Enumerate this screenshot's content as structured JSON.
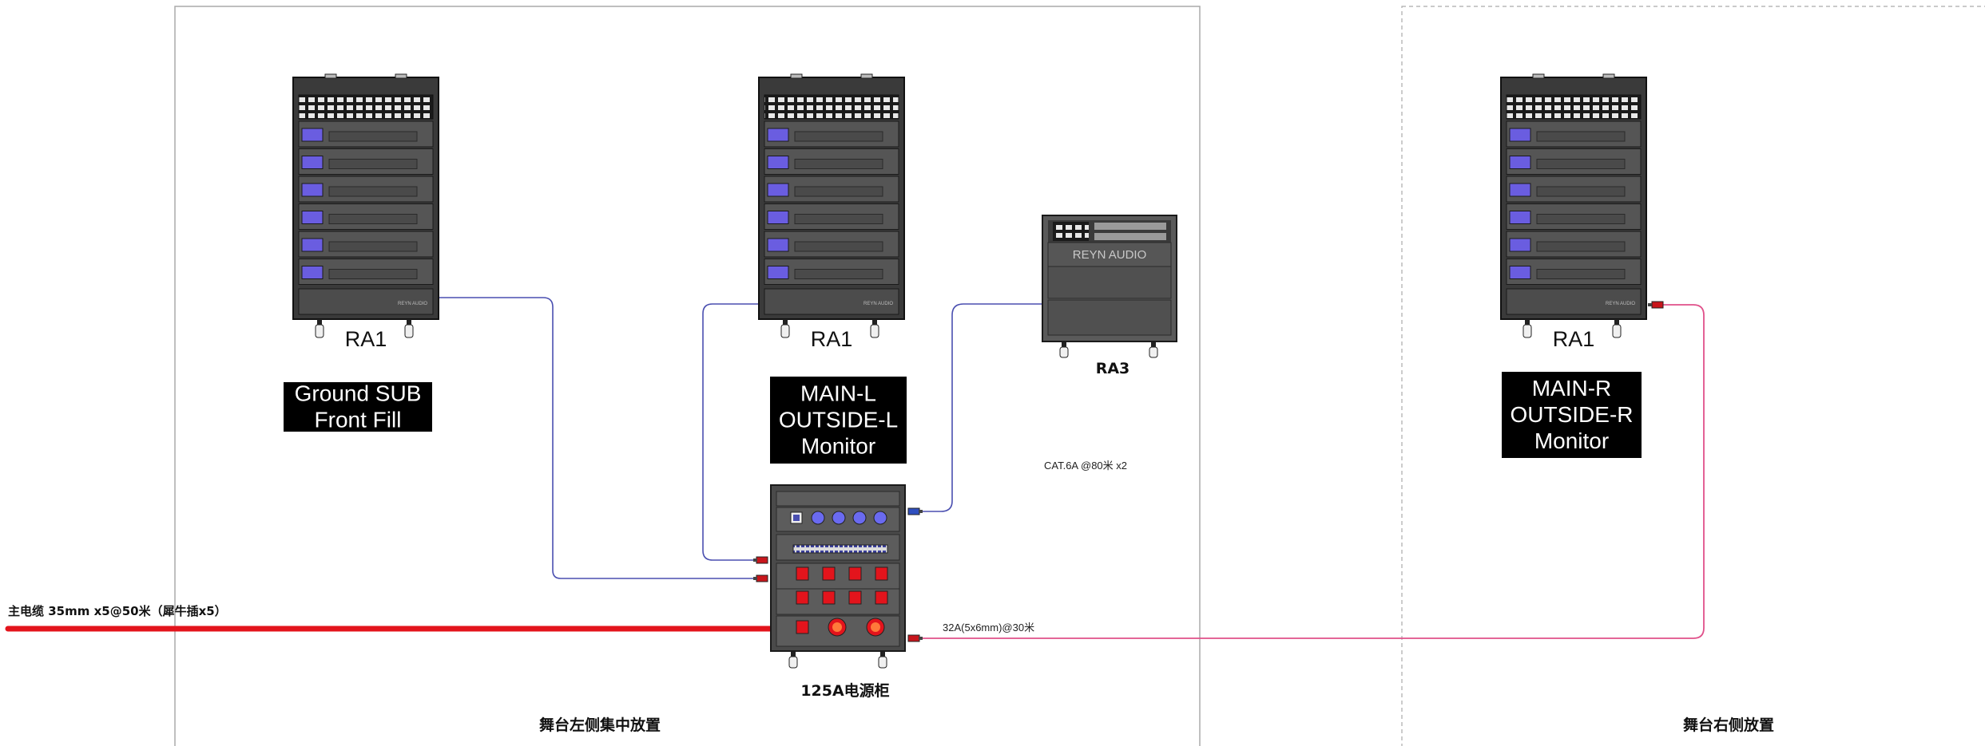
{
  "zones": {
    "left_label": "舞台左侧集中放置",
    "right_label": "舞台右侧放置"
  },
  "racks": [
    {
      "id": "ra1-a",
      "label": "RA1",
      "group_lines": [
        "Ground SUB",
        "Front Fill"
      ]
    },
    {
      "id": "ra1-b",
      "label": "RA1",
      "group_lines": [
        "MAIN-L",
        "OUTSIDE-L",
        "Monitor"
      ]
    },
    {
      "id": "ra3",
      "label": "RA3",
      "brand": "REYN AUDIO"
    },
    {
      "id": "ra1-c",
      "label": "RA1",
      "group_lines": [
        "MAIN-R",
        "OUTSIDE-R",
        "Monitor"
      ]
    }
  ],
  "amp_brand_small": "REYN AUDIO",
  "power_cabinet": {
    "label": "125A电源柜"
  },
  "cables": {
    "main": "主电缆 35mm x5@50米（犀牛插x5）",
    "cat6": "CAT.6A @80米 x2",
    "power_32a": "32A(5x6mm)@30米"
  },
  "colors": {
    "main_cable": "#e3141c",
    "signal": "#4a4fb0",
    "power_feed": "#e0508a",
    "rack_body": "#3a3a3a",
    "amp_display": "#6a5de0"
  }
}
